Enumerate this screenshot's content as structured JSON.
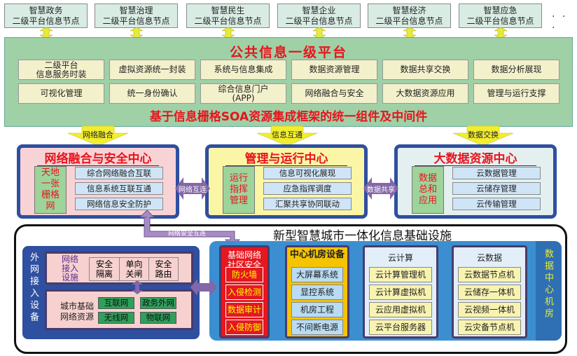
{
  "nodes": [
    {
      "l1": "智慧政务",
      "l2": "二级平台信息节点"
    },
    {
      "l1": "智慧治理",
      "l2": "二级平台信息节点"
    },
    {
      "l1": "智慧民生",
      "l2": "二级平台信息节点"
    },
    {
      "l1": "智慧企业",
      "l2": "二级平台信息节点"
    },
    {
      "l1": "智慧经济",
      "l2": "二级平台信息节点"
    },
    {
      "l1": "智慧应急",
      "l2": "二级平台信息节点"
    }
  ],
  "more": "· · ·",
  "platform": {
    "title": "公共信息一级平台",
    "row1": [
      "二级平台\n信息服务时装",
      "虚拟资源统一封装",
      "系统与信息集成",
      "数据资源管理",
      "数据共享交换",
      "数据分析展现"
    ],
    "row2": [
      "可视化管理",
      "统一身份确认",
      "综合信息门户\n(APP)",
      "网络融合与安全",
      "大数据资源应用",
      "管理与运行支撑"
    ],
    "footer": "基于信息栅格SOA资源集成框架的统一组件及中间件"
  },
  "links": {
    "down": [
      "网络融合",
      "信息互通",
      "数据交换"
    ],
    "h1": "网络互连",
    "h2": "数据共享",
    "security": "网络安全互连"
  },
  "centers": [
    {
      "title": "网络融合与安全中心",
      "side": "天地一张栅格网",
      "items": [
        "综合网络融合互联",
        "信息系统互联互通",
        "网络信息安全防护"
      ]
    },
    {
      "title": "管理与运行中心",
      "side": "运行指挥管理",
      "items": [
        "信息可视化展现",
        "应急指挥调度",
        "汇聚共享协同联动"
      ]
    },
    {
      "title": "大数据资源中心",
      "side": "数据总和应用",
      "items": [
        "云数据管理",
        "云储存管理",
        "云传输管理"
      ]
    }
  ],
  "infra": {
    "title": "新型智慧城市一体化信息基础设施",
    "external": {
      "label": "外网接入设备",
      "access_label": "网络接入设施",
      "access": [
        "安全隔离",
        "单向关闸",
        "安全路由"
      ],
      "res_label": "城市基础网络资源",
      "res": [
        "互联网",
        "政务外网",
        "无线网",
        "物联网"
      ]
    },
    "security": {
      "title": "基础网络社区安全",
      "items": [
        "防火墙",
        "入侵检测",
        "数据审计",
        "入侵防御"
      ]
    },
    "room": {
      "title": "中心机房设备",
      "items": [
        "大屏幕系统",
        "显控系统",
        "机房工程",
        "不间断电源"
      ]
    },
    "compute": {
      "title": "云计算",
      "items": [
        "云计算管理机",
        "云计算虚拟机",
        "云应用虚拟机",
        "云平台服务器"
      ]
    },
    "data": {
      "title": "云数据",
      "items": [
        "云数据节点机",
        "云储存一体机",
        "云视频一体机",
        "云灾备节点机"
      ]
    },
    "dc_label": "数据中心机房"
  }
}
